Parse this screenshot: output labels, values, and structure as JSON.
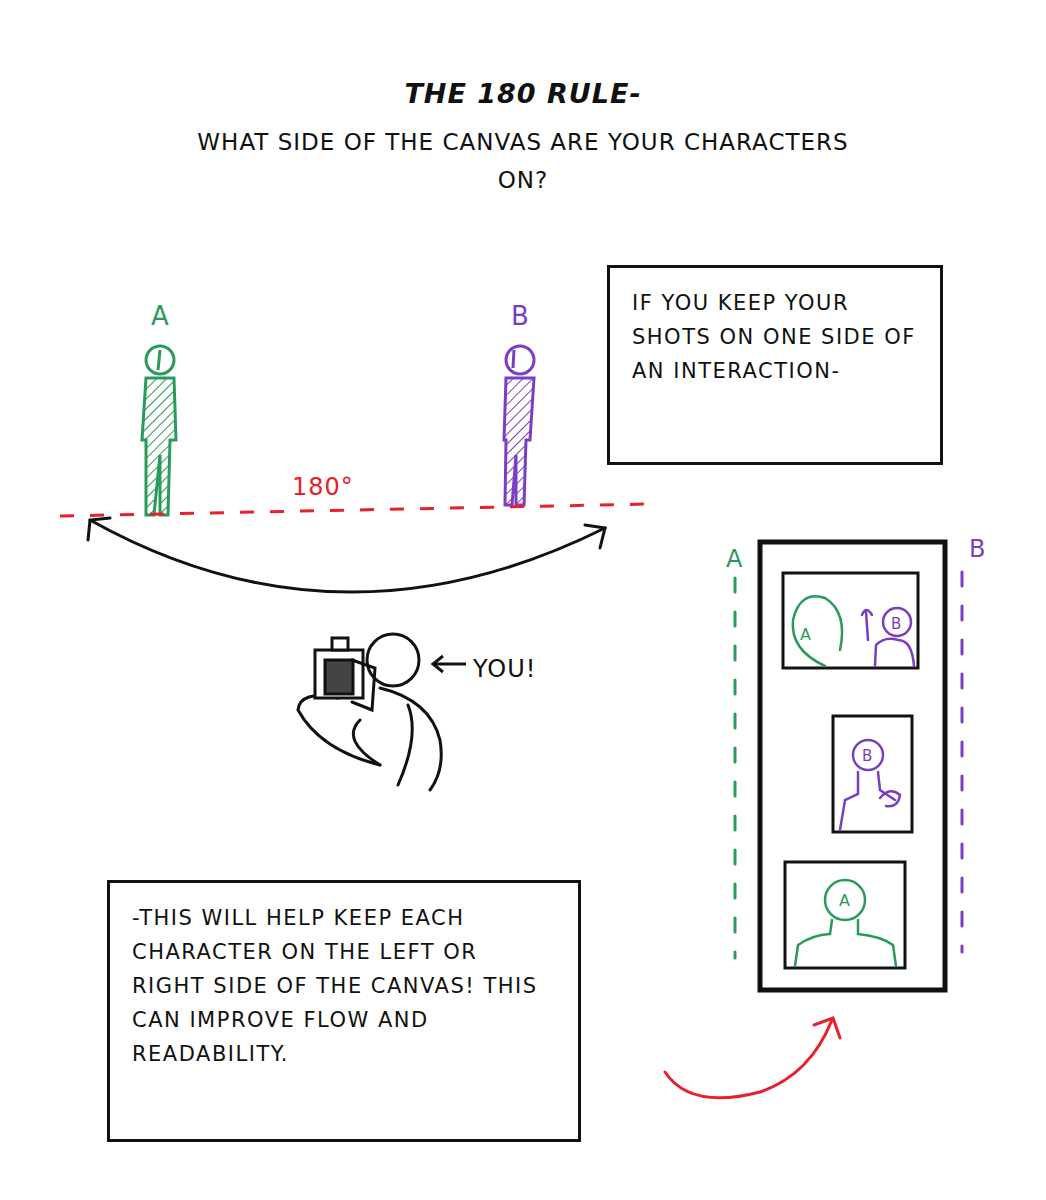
{
  "diagram": {
    "title": "THE 180 RULE-",
    "nodes": [
      {
        "text": [
          "IF YOU KEEP YOUR SHOTS ON ONE SIDE OF AN INTERACTION-"
        ]
      },
      {
        "text": [
          "-THIS WILL HELP KEEP EACH CHARACTER ON THE LEFT OR RIGHT SIDE OF THE CANVAS! THIS CAN IMPROVE FLOW AND READABILITY."
        ]
      }
    ],
    "labels": [
      "WHAT SIDE OF THE CANVAS ARE YOUR CHARACTERS ON?",
      "A",
      "B",
      "180°",
      "YOU!",
      "A",
      "B",
      "A",
      "B",
      "B",
      "A"
    ]
  }
}
